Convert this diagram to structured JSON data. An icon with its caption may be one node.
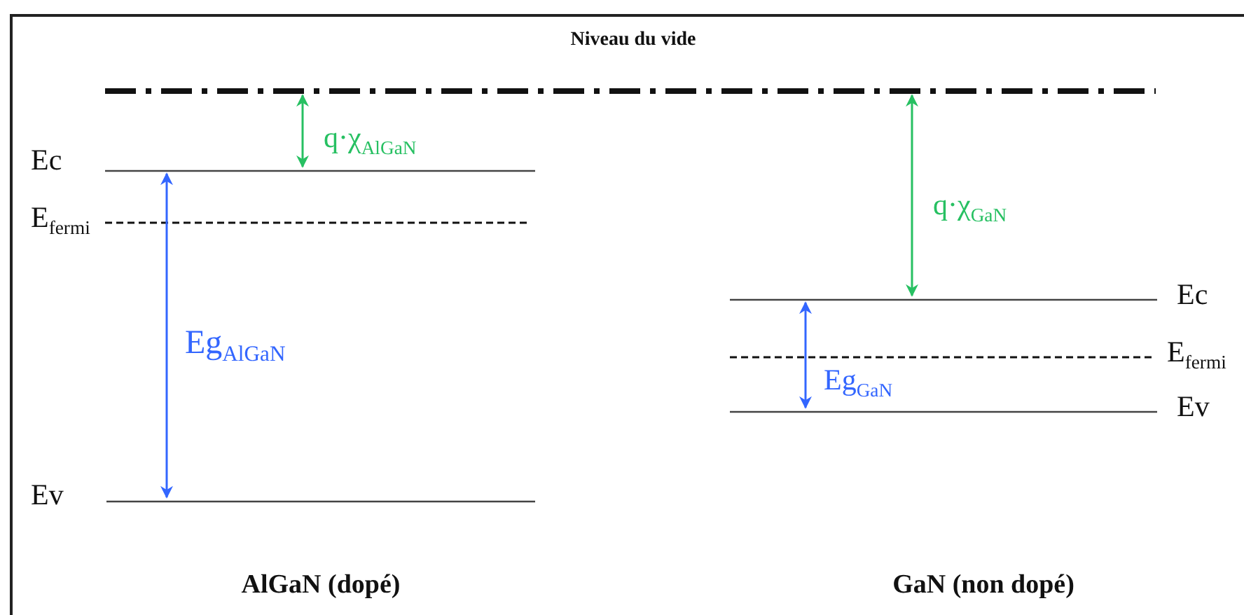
{
  "diagram": {
    "labels": [
      "Niveau du vide",
      "q·χ$_{AlGaN}$",
      "Ec",
      "E$_{fermi}$",
      "q·χ$_{GaN}$",
      "Eg$_{AlGaN}$",
      "Ec",
      "E$_{fermi}$",
      "Eg$_{GaN}$",
      "Ev",
      "Ev",
      "AlGaN (dopé)",
      "GaN (non dopé)"
    ]
  }
}
